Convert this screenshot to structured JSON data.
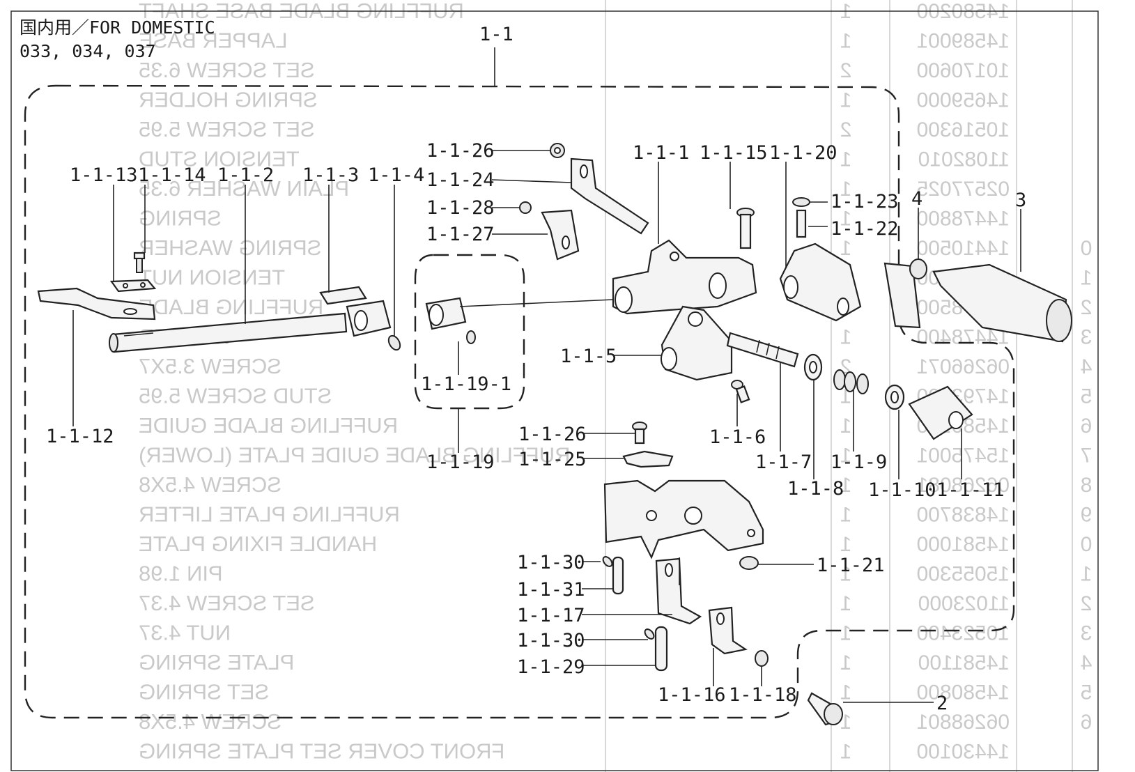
{
  "header": {
    "title": "国内用／FOR DOMESTIC",
    "models": "033, 034, 037"
  },
  "background_table": {
    "names": [
      "RUFFLING BLADE BASE SHAFT",
      "LAPPER BASE",
      "SET SCREW 6.35",
      "SPRING HOLDER",
      "SET SCREW 5.95",
      "TENSION STUD",
      "PLAIN WASHER 6.35",
      "SPRING",
      "SPRING WASHER",
      "TENSION NUT",
      "RUFFLING BLADE",
      "WASHER",
      "SCREW 3.5X7",
      "STUD SCREW 5.95",
      "RUFFLING BLADE GUIDE",
      "RUFFLING BLADE GUIDE PLATE (LOWER)",
      "SCREW 4.5X8",
      "RUFFLING PLATE LIFTER",
      "HANDLE FIXING PLATE",
      "PIN 1.98",
      "SET SCREW 4.37",
      "NUT 4.37",
      "PLATE SPRING",
      "SET SPRING",
      "SCREW 4.5X8",
      "FRONT COVER SET PLATE SPRING"
    ],
    "qty": [
      "1",
      "1",
      "2",
      "1",
      "2",
      "1",
      "1",
      "1",
      "1",
      "1",
      "1",
      "1",
      "2",
      "1",
      "1",
      "1",
      "1",
      "1",
      "1",
      "1",
      "1",
      "1",
      "1",
      "1",
      "1",
      "1"
    ],
    "codes": [
      "14580200",
      "14589001",
      "10170600",
      "14659000",
      "10516300",
      "11082010",
      "02577025",
      "14478800",
      "14410500",
      "14410600",
      "14478500",
      "14478400",
      "06266071",
      "14793300",
      "14580100",
      "15475001",
      "06268081",
      "14838700",
      "14581000",
      "15055300",
      "11023000",
      "10523400",
      "14581100",
      "14580800",
      "06268801",
      "14430100"
    ],
    "index": [
      "",
      "",
      "",
      "",
      "",
      "",
      "",
      "",
      "0",
      "1",
      "2",
      "3",
      "4",
      "5",
      "6",
      "7",
      "8",
      "9",
      "0",
      "1",
      "2",
      "3",
      "4",
      "5",
      "6",
      ""
    ]
  },
  "callouts": {
    "c_1_1": "1-1",
    "c_1_1_1": "1-1-1",
    "c_1_1_2": "1-1-2",
    "c_1_1_3": "1-1-3",
    "c_1_1_4": "1-1-4",
    "c_1_1_5": "1-1-5",
    "c_1_1_6": "1-1-6",
    "c_1_1_7": "1-1-7",
    "c_1_1_8": "1-1-8",
    "c_1_1_9": "1-1-9",
    "c_1_1_10": "1-1-10",
    "c_1_1_11": "1-1-11",
    "c_1_1_12": "1-1-12",
    "c_1_1_13": "1-1-13",
    "c_1_1_14": "1-1-14",
    "c_1_1_15": "1-1-15",
    "c_1_1_16": "1-1-16",
    "c_1_1_17": "1-1-17",
    "c_1_1_18": "1-1-18",
    "c_1_1_19": "1-1-19",
    "c_1_1_19_1": "1-1-19-1",
    "c_1_1_20": "1-1-20",
    "c_1_1_21": "1-1-21",
    "c_1_1_22": "1-1-22",
    "c_1_1_23": "1-1-23",
    "c_1_1_24": "1-1-24",
    "c_1_1_25": "1-1-25",
    "c_1_1_26a": "1-1-26",
    "c_1_1_26b": "1-1-26",
    "c_1_1_27": "1-1-27",
    "c_1_1_28": "1-1-28",
    "c_1_1_29": "1-1-29",
    "c_1_1_30a": "1-1-30",
    "c_1_1_30b": "1-1-30",
    "c_1_1_31": "1-1-31",
    "c_2": "2",
    "c_3": "3",
    "c_4": "4"
  },
  "colors": {
    "ink": "#1a1a1a",
    "ghost_text": "#c9c9c9",
    "accent": "#e8a020"
  }
}
